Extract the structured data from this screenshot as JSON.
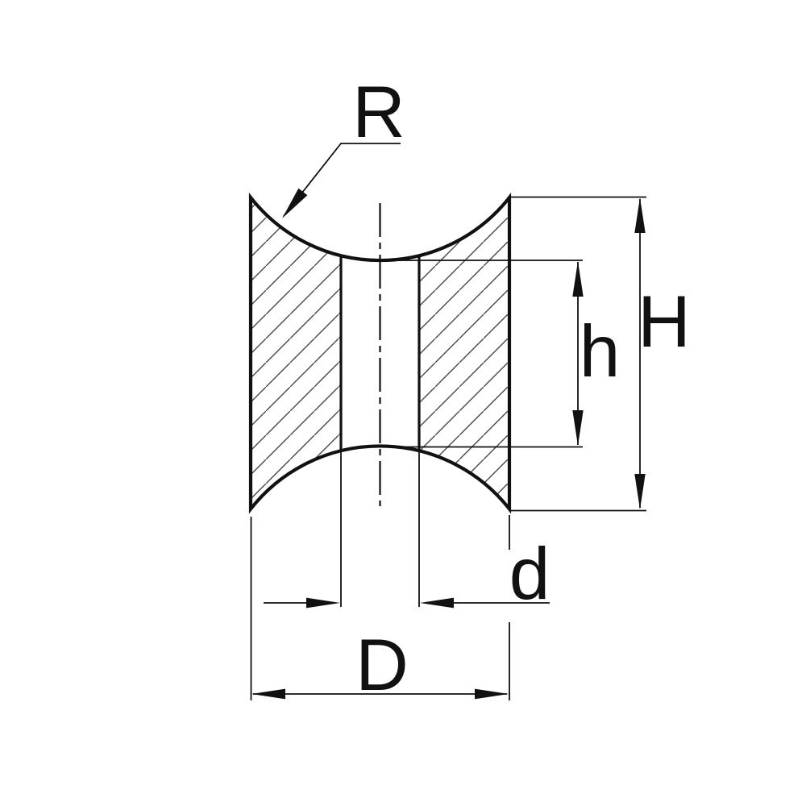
{
  "drawing": {
    "description": "technical cross-section of a concave pulley / roller with dimension labels",
    "ink_color": "#111111",
    "background_color": "#ffffff",
    "labels": {
      "groove_radius": "R",
      "overall_height": "H",
      "groove_height": "h",
      "bore_diameter": "d",
      "outer_diameter": "D"
    }
  }
}
